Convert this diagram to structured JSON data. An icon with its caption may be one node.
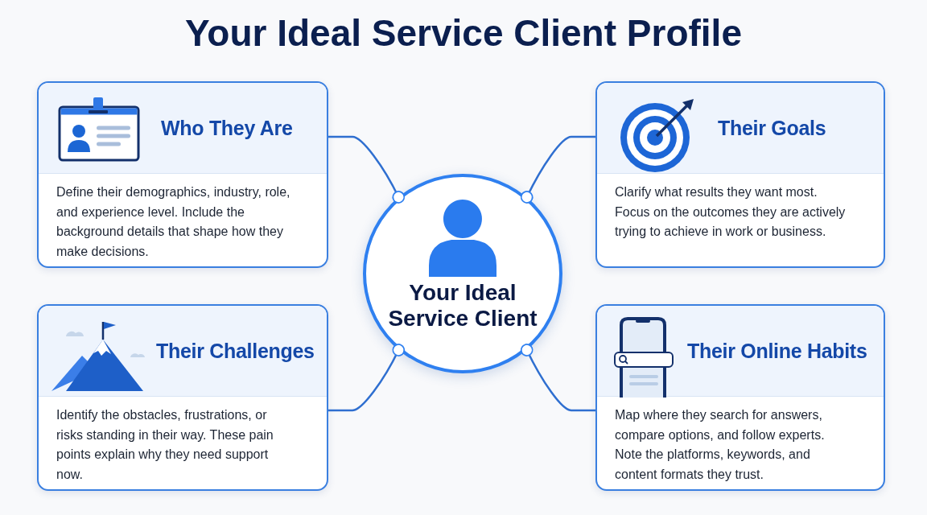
{
  "diagram": {
    "title": "Your Ideal Service Client Profile",
    "nodes": [
      {
        "text": [
          "Who They Are",
          "Define their demographics, industry, role, and experience level. Include the background details that shape how they make decisions."
        ]
      },
      {
        "text": [
          "Their Goals",
          "Clarify what results they want most. Focus on the outcomes they are actively trying to achieve in work or business."
        ]
      },
      {
        "text": [
          "Your Ideal Service Client"
        ]
      },
      {
        "text": [
          "Their Challenges",
          "Identify the obstacles, frustrations, or risks standing in their way. These pain points explain why they need support now."
        ]
      },
      {
        "text": [
          "Their Online Habits",
          "Map where they search for answers, compare options, and follow experts. Note the platforms, keywords, and content formats they trust."
        ]
      }
    ],
    "edges": [
      {
        "from": 2,
        "to": 0,
        "arrow": "other"
      },
      {
        "from": 2,
        "to": 1,
        "arrow": "other"
      },
      {
        "from": 2,
        "to": 3,
        "arrow": "other"
      },
      {
        "from": 2,
        "to": 4,
        "arrow": "other"
      }
    ]
  }
}
